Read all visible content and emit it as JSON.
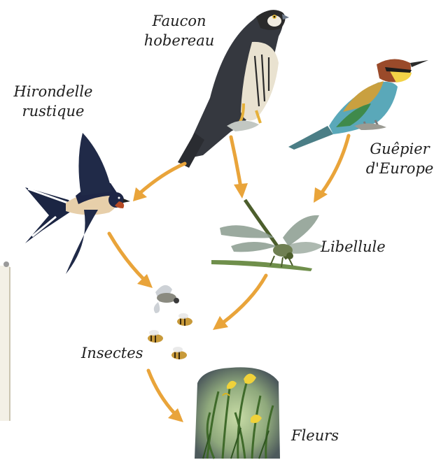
{
  "organisms": {
    "falcon": {
      "line1": "Faucon",
      "line2": "hobereau"
    },
    "swallow": {
      "line1": "Hirondelle",
      "line2": "rustique"
    },
    "bee_eater": {
      "line1": "Guêpier",
      "line2": "d'Europe"
    },
    "dragonfly": {
      "label": "Libellule"
    },
    "insects": {
      "label": "Insectes"
    },
    "flowers": {
      "label": "Fleurs"
    }
  },
  "arrow_color": "#e9a43a",
  "food_chain_links": [
    {
      "from": "falcon",
      "to": "swallow"
    },
    {
      "from": "falcon",
      "to": "dragonfly"
    },
    {
      "from": "bee_eater",
      "to": "dragonfly"
    },
    {
      "from": "swallow",
      "to": "insects"
    },
    {
      "from": "dragonfly",
      "to": "insects"
    },
    {
      "from": "insects",
      "to": "flowers"
    }
  ]
}
